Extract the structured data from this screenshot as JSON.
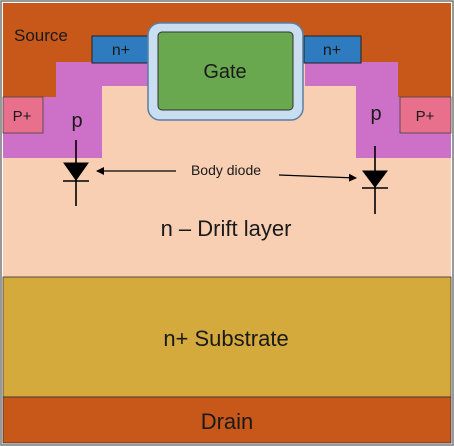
{
  "labels": {
    "source": "Source",
    "gate": "Gate",
    "n_plus_left": "n+",
    "n_plus_right": "n+",
    "p_plus_left": "P+",
    "p_plus_right": "P+",
    "p_left": "p",
    "p_right": "p",
    "body_diode": "Body diode",
    "drift": "n – Drift layer",
    "substrate": "n+ Substrate",
    "drain": "Drain"
  },
  "colors": {
    "source_metal": "#c8581a",
    "drain_metal": "#c8581a",
    "drift_region": "#f8cfb2",
    "substrate": "#d4aa3c",
    "p_body": "#cc70c8",
    "p_plus": "#e8708c",
    "n_plus": "#2e7bbf",
    "gate": "#6aa84f",
    "gate_oxide": "#c9def1"
  }
}
